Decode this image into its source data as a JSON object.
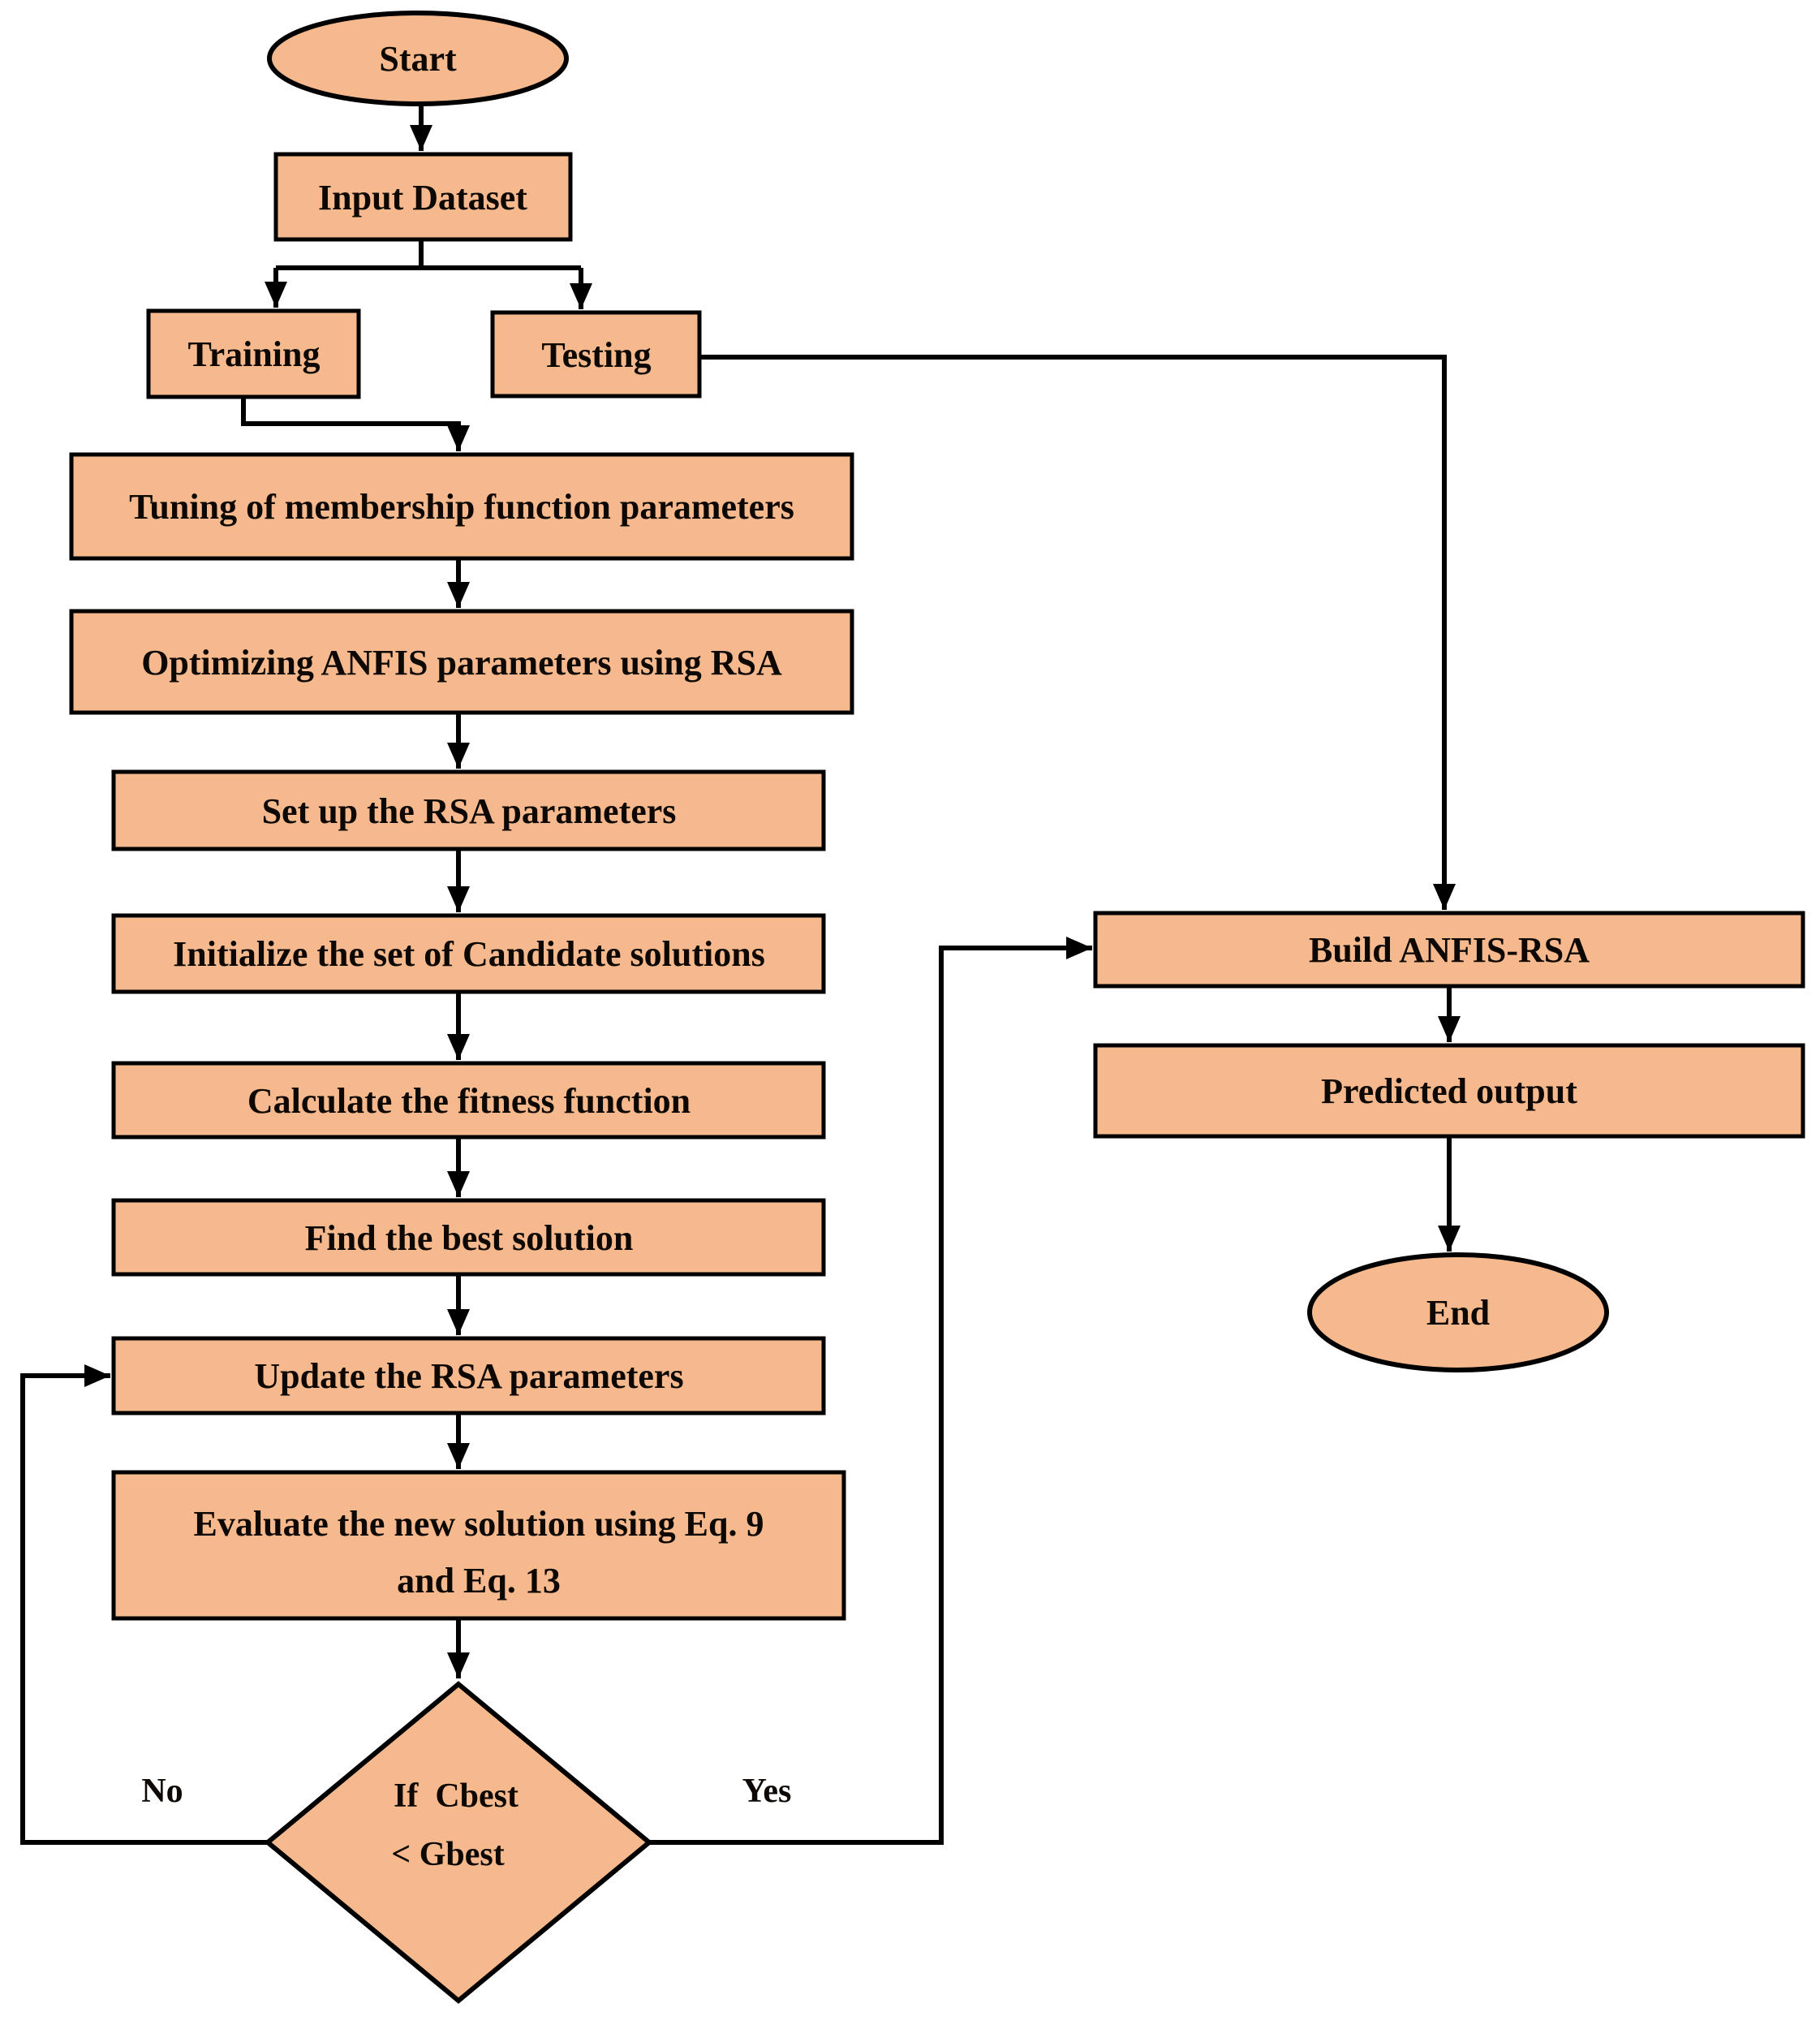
{
  "diagram_title": "ANFIS-RSA flowchart",
  "colors": {
    "box_fill": "#F5B98D",
    "border": "#000000",
    "text": "#0d0803",
    "background": "#ffffff"
  },
  "nodes": {
    "start": {
      "label": "Start",
      "type": "terminator"
    },
    "input_dataset": {
      "label": "Input Dataset",
      "type": "process"
    },
    "training": {
      "label": "Training",
      "type": "process"
    },
    "testing": {
      "label": "Testing",
      "type": "process"
    },
    "tuning": {
      "label": "Tuning of membership function parameters",
      "type": "process"
    },
    "optimizing": {
      "label": "Optimizing ANFIS parameters using RSA",
      "type": "process"
    },
    "setup": {
      "label": "Set up the RSA parameters",
      "type": "process"
    },
    "initialize": {
      "label": "Initialize the set of Candidate solutions",
      "type": "process"
    },
    "fitness": {
      "label": "Calculate the fitness function",
      "type": "process"
    },
    "best_solution": {
      "label": "Find the best solution",
      "type": "process"
    },
    "update": {
      "label": "Update the RSA parameters",
      "type": "process"
    },
    "evaluate": {
      "line1": "Evaluate the new solution using Eq. 9",
      "line2": "and Eq. 13",
      "type": "process"
    },
    "decision": {
      "line1": "If  Cbest",
      "line2": "< Gbest",
      "type": "decision"
    },
    "build": {
      "label": "Build ANFIS-RSA",
      "type": "process"
    },
    "predicted": {
      "label": "Predicted output",
      "type": "process"
    },
    "end": {
      "label": "End",
      "type": "terminator"
    }
  },
  "edge_labels": {
    "no": "No",
    "yes": "Yes"
  }
}
